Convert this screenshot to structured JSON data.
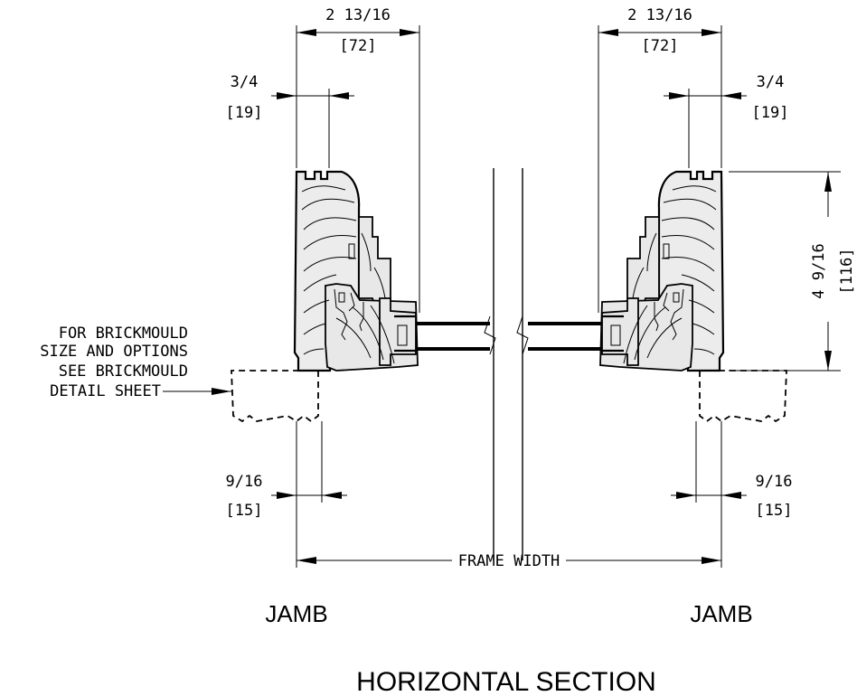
{
  "dims": {
    "top_left": {
      "imperial": "2 13/16",
      "metric": "[72]"
    },
    "top_right": {
      "imperial": "2 13/16",
      "metric": "[72]"
    },
    "sub_left": {
      "imperial": "3/4",
      "metric": "[19]"
    },
    "sub_right": {
      "imperial": "3/4",
      "metric": "[19]"
    },
    "bottom_left": {
      "imperial": "9/16",
      "metric": "[15]"
    },
    "bottom_right": {
      "imperial": "9/16",
      "metric": "[15]"
    },
    "height": {
      "imperial": "4 9/16",
      "metric": "[116]"
    }
  },
  "callout": {
    "lines": [
      "FOR BRICKMOULD",
      "SIZE AND OPTIONS",
      "SEE BRICKMOULD",
      "DETAIL SHEET"
    ]
  },
  "frame_width_label": "FRAME WIDTH",
  "labels": {
    "jamb_left": "JAMB",
    "jamb_right": "JAMB"
  },
  "title": "HORIZONTAL SECTION"
}
